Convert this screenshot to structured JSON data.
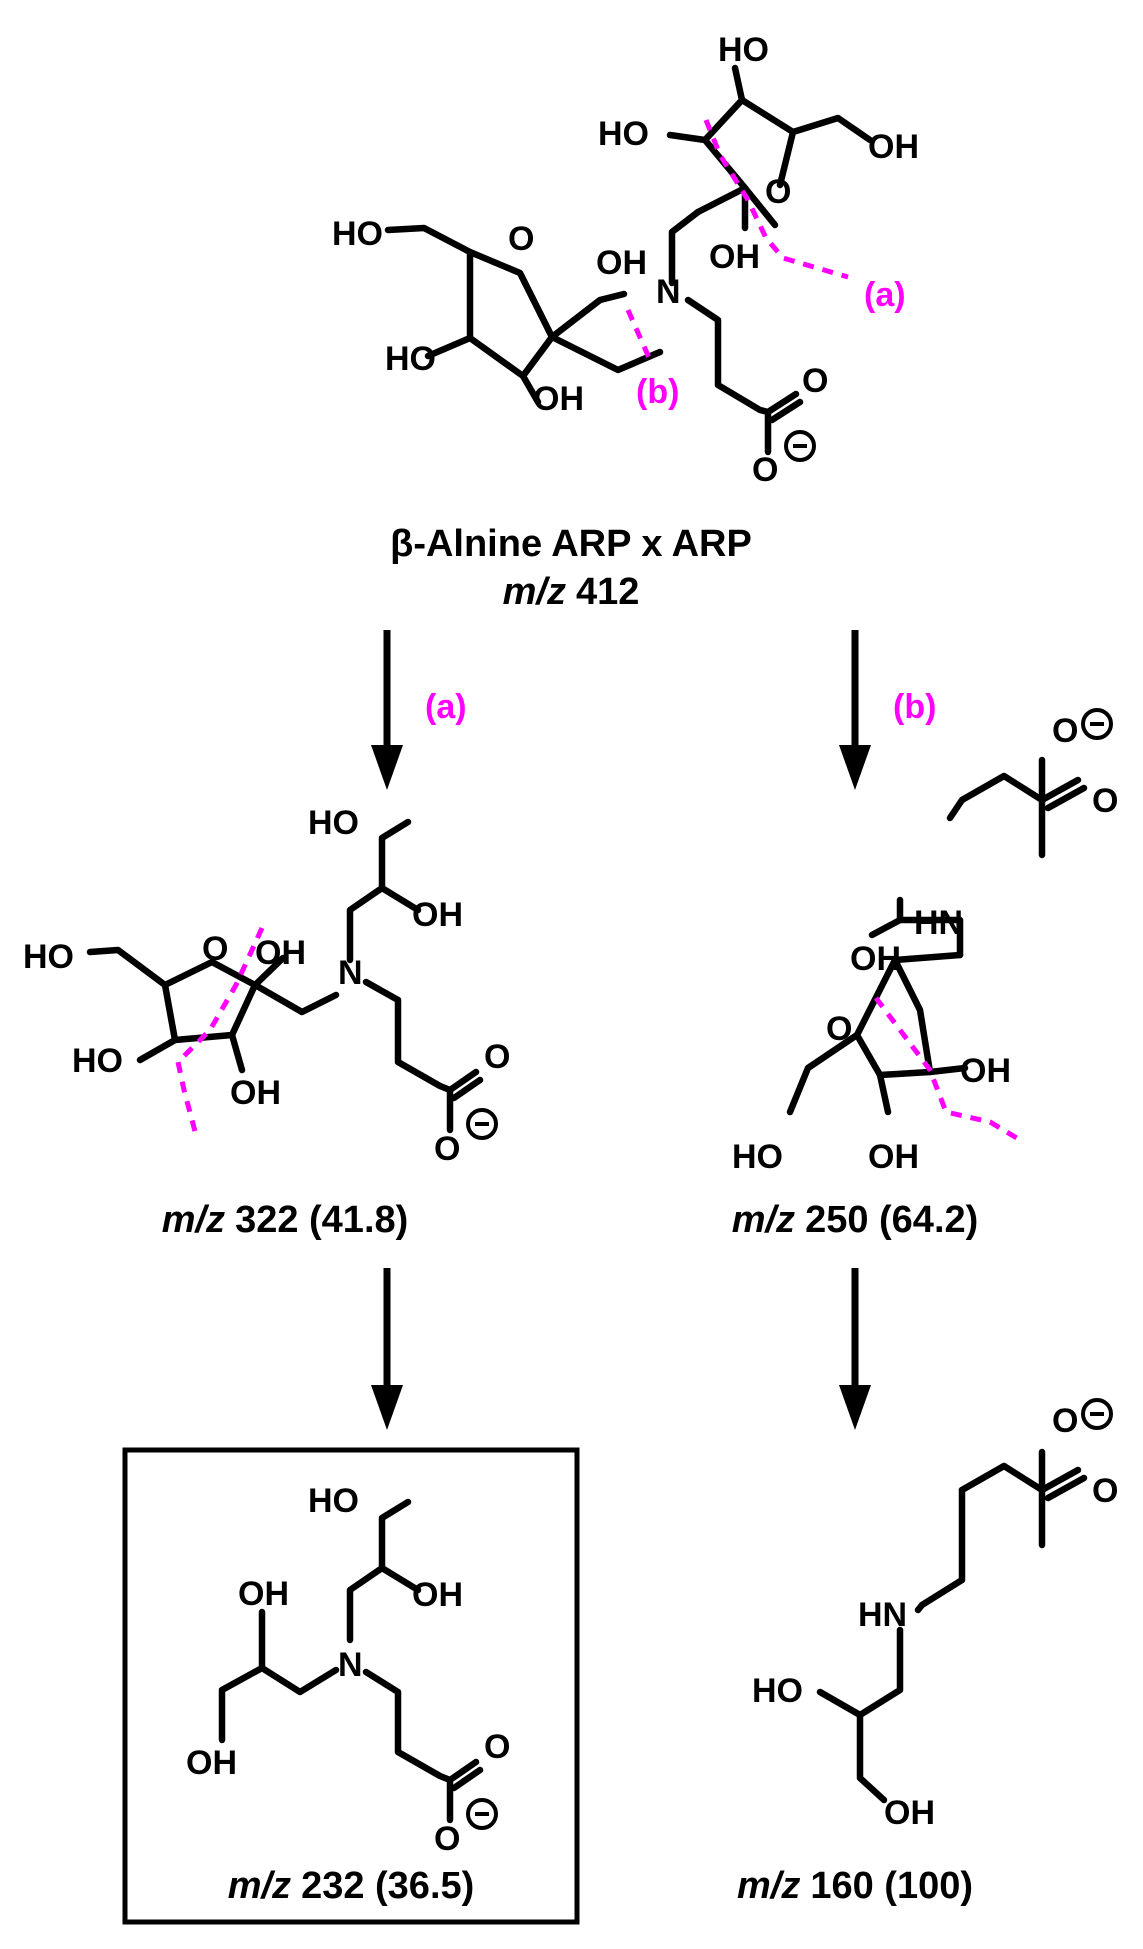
{
  "colors": {
    "ink": "#000000",
    "pathway": "#ff00ff",
    "background": "#ffffff"
  },
  "atoms": {
    "oh": "OH",
    "ho": "HO",
    "o": "O",
    "n": "N",
    "hn": "HN"
  },
  "labels": {
    "path_a": "(a)",
    "path_b": "(b)"
  },
  "parent": {
    "prefix": "β-Alnine ARP x ARP",
    "mz_label": "m/z",
    "mz_value": "412"
  },
  "fragments": [
    {
      "id": "frag-322",
      "mz_label": "m/z",
      "caption": "322 (41.8)"
    },
    {
      "id": "frag-250",
      "mz_label": "m/z",
      "caption": "250 (64.2)"
    },
    {
      "id": "frag-232",
      "mz_label": "m/z",
      "caption": "232 (36.5)",
      "boxed": true
    },
    {
      "id": "frag-160",
      "mz_label": "m/z",
      "caption": "160 (100)"
    }
  ],
  "arrows": [
    {
      "from": "412",
      "to": "322",
      "pathway": "(a)"
    },
    {
      "from": "412",
      "to": "250",
      "pathway": "(b)"
    },
    {
      "from": "322",
      "to": "232"
    },
    {
      "from": "250",
      "to": "160"
    }
  ]
}
